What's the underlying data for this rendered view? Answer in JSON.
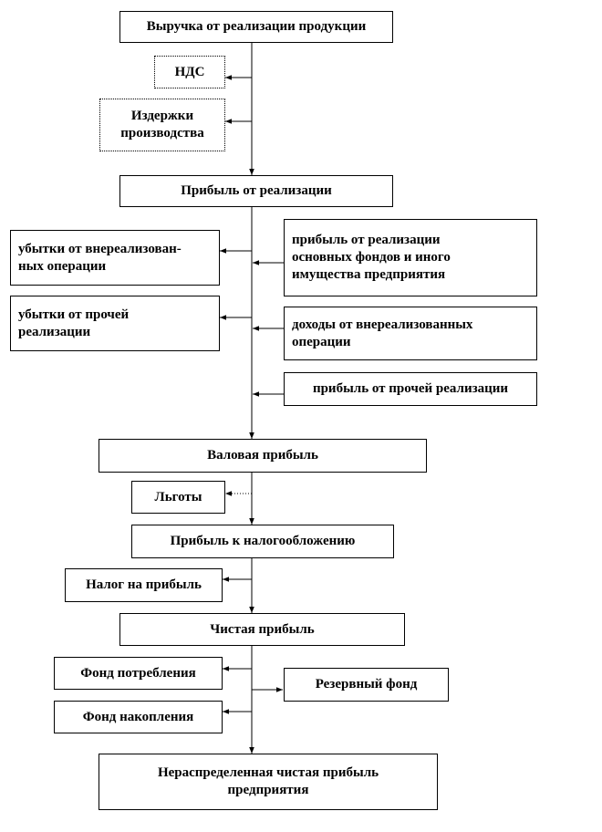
{
  "nodes": {
    "revenue": "Выручка от реализации продукции",
    "vat": "НДС",
    "costs": "Издержки\nпроизводства",
    "sales_profit": "Прибыль от реализации",
    "nonsales_losses": "убытки от внереализован-\nных операции",
    "other_losses": "убытки от прочей\nреализации",
    "asset_sale_profit": "прибыль от реализации\nосновных фондов и иного\nимущества предприятия",
    "nonsales_income": "доходы от внереализованных\nоперации",
    "other_sales_profit": "прибыль от прочей реализации",
    "gross_profit": "Валовая прибыль",
    "benefits": "Льготы",
    "taxable_profit": "Прибыль к налогообложению",
    "profit_tax": "Налог на прибыль",
    "net_profit": "Чистая прибыль",
    "consumption_fund": "Фонд потребления",
    "reserve_fund": "Резервный фонд",
    "accumulation_fund": "Фонд накопления",
    "retained_profit": "Нераспределенная чистая прибыль\nпредприятия"
  }
}
